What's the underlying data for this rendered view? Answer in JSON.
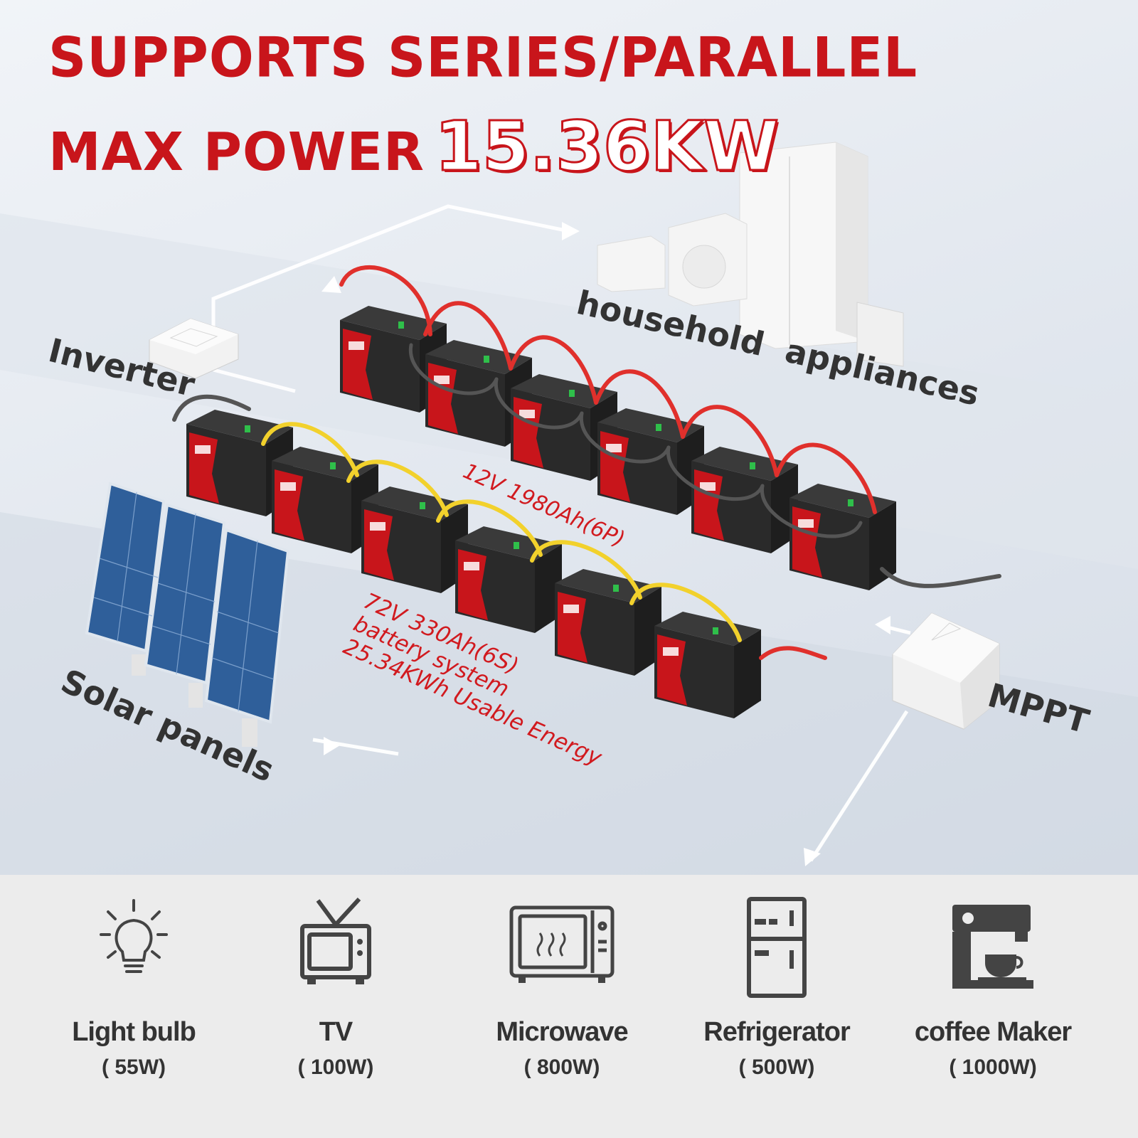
{
  "headline": {
    "line1": "SUPPORTS SERIES/PARALLEL",
    "line2_prefix": "MAX POWER",
    "line2_value": "15.36KW"
  },
  "labels": {
    "inverter": "Inverter",
    "household": "household  appliances",
    "solar": "Solar panels",
    "mppt": "MPPT"
  },
  "specs": {
    "parallel": "12V 1980Ah(6P)",
    "series_line1": "72V 330Ah(6S)",
    "series_line2": "battery system",
    "series_line3": "25.34KWh Usable Energy"
  },
  "appliances": [
    {
      "name": "Light bulb",
      "watt": "( 55W)",
      "icon": "light-bulb-icon"
    },
    {
      "name": "TV",
      "watt": "( 100W)",
      "icon": "tv-icon"
    },
    {
      "name": "Microwave",
      "watt": "( 800W)",
      "icon": "microwave-icon"
    },
    {
      "name": "Refrigerator",
      "watt": "( 500W)",
      "icon": "refrigerator-icon"
    },
    {
      "name": "coffee Maker",
      "watt": "( 1000W)",
      "icon": "coffee-maker-icon"
    }
  ],
  "colors": {
    "accent_red": "#c8151b",
    "cable_red": "#e0302c",
    "cable_yellow": "#f2d12c",
    "cable_gray": "#555555",
    "battery_body": "#2a2a2a",
    "icon_gray": "#444444"
  }
}
